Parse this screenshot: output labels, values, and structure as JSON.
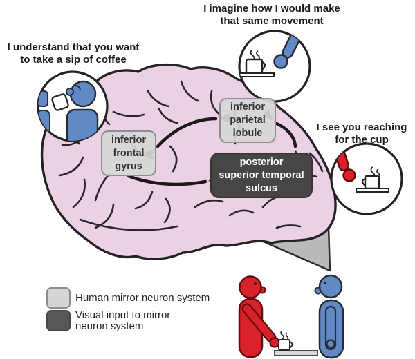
{
  "thoughts": {
    "understand": "I understand that you want\nto take a sip of coffee",
    "imagine": "I imagine how I would make\nthat same movement",
    "see": "I see you reaching\nfor the cup"
  },
  "regions": {
    "inferior_frontal_gyrus": "inferior\nfrontal\ngyrus",
    "inferior_parietal_lobule": "inferior\nparietal\nlobule",
    "posterior_superior_temporal_sulcus": "posterior\nsuperior temporal\nsulcus"
  },
  "legend": {
    "items": [
      {
        "label": "Human mirror neuron system",
        "swatch_color": "#d6d6d6"
      },
      {
        "label": "Visual input to mirror\nneuron system",
        "swatch_color": "#595657"
      }
    ]
  },
  "colors": {
    "brain": "#ead2e4",
    "outline": "#272125",
    "region_box_light": "#d6d6d6",
    "region_box_dark": "#484546",
    "visual_input_wedge": "#bababa",
    "actor_red": "#da2129",
    "observer_blue": "#6089c6",
    "background": "#ffffff"
  },
  "icons": {
    "thought_circle_left": "person-drinking-coffee-icon",
    "thought_circle_top": "imagined-arm-movement-icon",
    "thought_circle_right": "observed-reaching-arm-icon",
    "coffee_cup": "coffee-cup-icon",
    "steam": "steam-icon",
    "arrows": "bidirectional-connection-arrows"
  }
}
